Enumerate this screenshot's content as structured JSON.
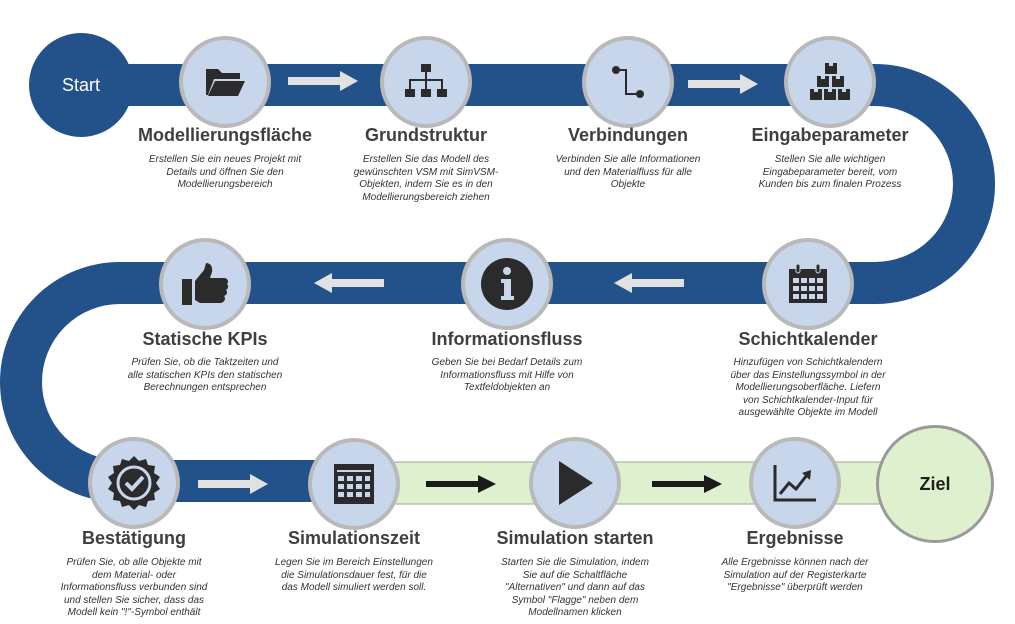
{
  "colors": {
    "track": "#23528a",
    "track_light": "#dff0cf",
    "node_fill": "#c7d6ea",
    "node_ring": "#b9b9b9",
    "icon": "#2b2b2b",
    "arrow_light": "#e1e1e1",
    "arrow_dark": "#1a1a1a",
    "start_fill": "#23528a",
    "goal_fill": "#dff0cf"
  },
  "start": {
    "label": "Start"
  },
  "goal": {
    "label": "Ziel"
  },
  "steps": [
    {
      "icon": "folder-icon",
      "title": "Modellierungsfläche",
      "desc": [
        "Erstellen Sie ein neues Projekt mit",
        "Details und öffnen Sie den",
        "Modellierungsbereich"
      ]
    },
    {
      "icon": "hierarchy-icon",
      "title": "Grundstruktur",
      "desc": [
        "Erstellen Sie das Modell des",
        "gewünschten VSM mit SimVSM-",
        "Objekten, indem Sie es in den",
        "Modellierungsbereich ziehen"
      ]
    },
    {
      "icon": "connection-icon",
      "title": "Verbindungen",
      "desc": [
        "Verbinden Sie alle Informationen",
        "und den Materialfluss für alle",
        "Objekte"
      ]
    },
    {
      "icon": "boxes-icon",
      "title": "Eingabeparameter",
      "desc": [
        "Stellen Sie alle wichtigen",
        "Eingabeparameter bereit, vom",
        "Kunden bis zum finalen Prozess"
      ]
    },
    {
      "icon": "calendar-icon",
      "title": "Schichtkalender",
      "desc": [
        "Hinzufügen von Schichtkalendern",
        "über das Einstellungssymbol in der",
        "Modellierungsoberfläche. Liefern",
        "von Schichtkalender-Input für",
        "ausgewählte Objekte im Modell"
      ]
    },
    {
      "icon": "info-icon",
      "title": "Informationsfluss",
      "desc": [
        "Geben Sie bei Bedarf Details zum",
        "Informationsfluss mit Hilfe von",
        "Textfeldobjekten an"
      ]
    },
    {
      "icon": "thumbs-up-icon",
      "title": "Statische KPIs",
      "desc": [
        "Prüfen Sie, ob die Taktzeiten und",
        "alle statischen KPIs den statischen",
        "Berechnungen entsprechen"
      ]
    },
    {
      "icon": "badge-check-icon",
      "title": "Bestätigung",
      "desc": [
        "Prüfen Sie, ob alle Objekte mit",
        "dem Material- oder",
        "Informationsfluss verbunden sind",
        "und stellen Sie sicher, dass das",
        "Modell kein \"!\"-Symbol enthält"
      ]
    },
    {
      "icon": "calendar-grid-icon",
      "title": "Simulationszeit",
      "desc": [
        "Legen Sie im Bereich Einstellungen",
        "die Simulationsdauer fest, für die",
        "das Modell simuliert werden soll."
      ]
    },
    {
      "icon": "play-icon",
      "title": "Simulation starten",
      "desc": [
        "Starten Sie die Simulation, indem",
        "Sie auf die Schaltfläche",
        "\"Alternativen\" und dann auf das",
        "Symbol \"Flagge\" neben dem",
        "Modellnamen klicken"
      ]
    },
    {
      "icon": "chart-icon",
      "title": "Ergebnisse",
      "desc": [
        "Alle Ergebnisse können nach der",
        "Simulation auf der Registerkarte",
        "\"Ergebnisse\" überprüft werden"
      ]
    }
  ]
}
